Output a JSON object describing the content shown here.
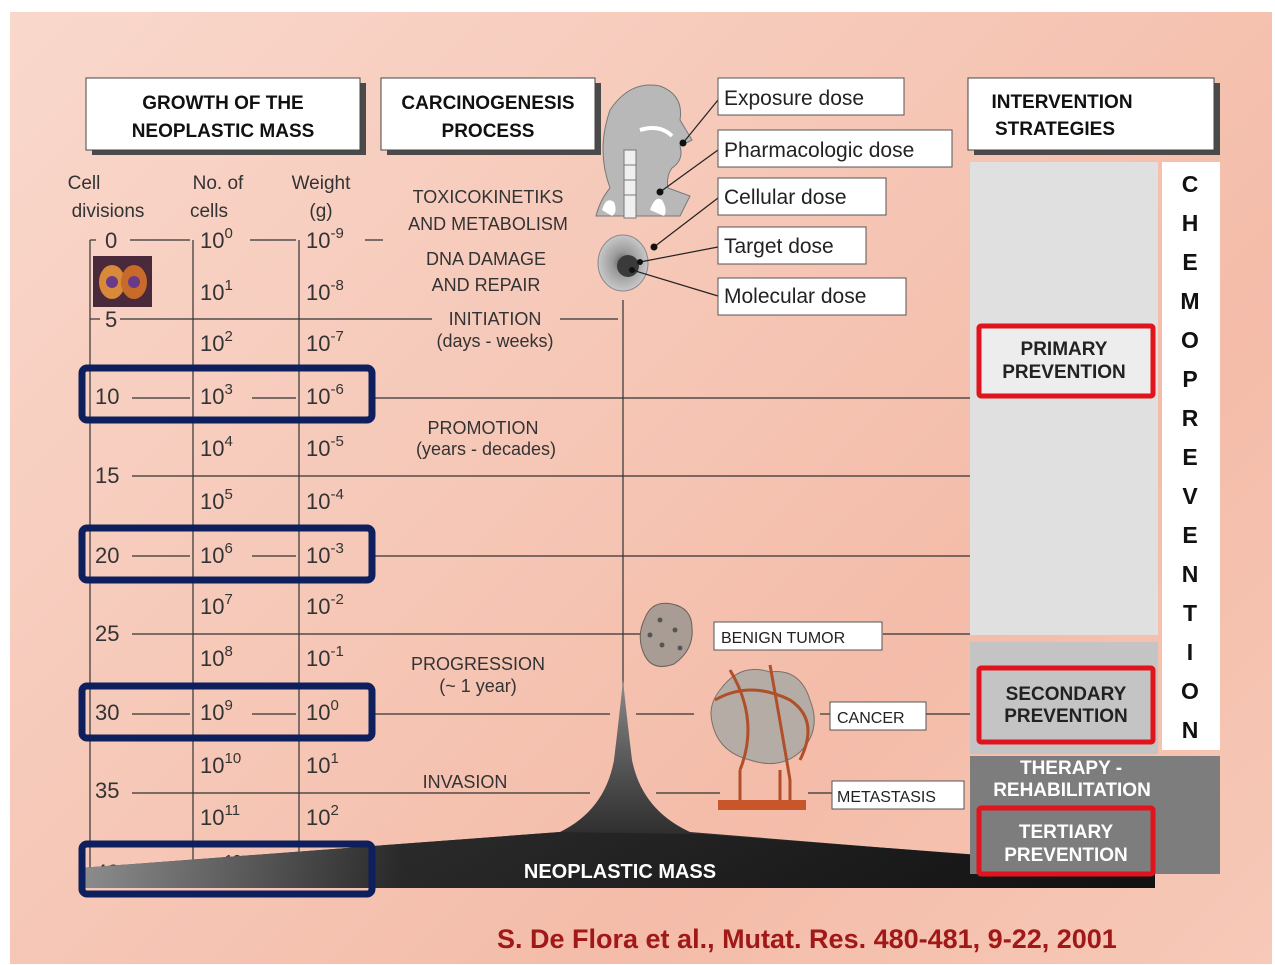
{
  "headers": {
    "growth": [
      "GROWTH OF THE",
      "NEOPLASTIC MASS"
    ],
    "carcinogenesis": [
      "CARCINOGENESIS",
      "PROCESS"
    ],
    "intervention": [
      "INTERVENTION",
      "STRATEGIES"
    ]
  },
  "columns": {
    "cell_divisions": [
      "Cell",
      "divisions"
    ],
    "no_of_cells": [
      "No. of",
      "cells"
    ],
    "weight": [
      "Weight",
      "(g)"
    ]
  },
  "cell_divisions": [
    "0",
    "5",
    "10",
    "15",
    "20",
    "25",
    "30",
    "35",
    "40"
  ],
  "cells": [
    {
      "base": "10",
      "exp": "0"
    },
    {
      "base": "10",
      "exp": "1"
    },
    {
      "base": "10",
      "exp": "2"
    },
    {
      "base": "10",
      "exp": "3"
    },
    {
      "base": "10",
      "exp": "4"
    },
    {
      "base": "10",
      "exp": "5"
    },
    {
      "base": "10",
      "exp": "6"
    },
    {
      "base": "10",
      "exp": "7"
    },
    {
      "base": "10",
      "exp": "8"
    },
    {
      "base": "10",
      "exp": "9"
    },
    {
      "base": "10",
      "exp": "10"
    },
    {
      "base": "10",
      "exp": "11"
    },
    {
      "base": "10",
      "exp": "12"
    }
  ],
  "weights": [
    {
      "base": "10",
      "exp": "-9"
    },
    {
      "base": "10",
      "exp": "-8"
    },
    {
      "base": "10",
      "exp": "-7"
    },
    {
      "base": "10",
      "exp": "-6"
    },
    {
      "base": "10",
      "exp": "-5"
    },
    {
      "base": "10",
      "exp": "-4"
    },
    {
      "base": "10",
      "exp": "-3"
    },
    {
      "base": "10",
      "exp": "-2"
    },
    {
      "base": "10",
      "exp": "-1"
    },
    {
      "base": "10",
      "exp": "0"
    },
    {
      "base": "10",
      "exp": "1"
    },
    {
      "base": "10",
      "exp": "2"
    },
    {
      "base": "10",
      "exp": "3"
    }
  ],
  "process": {
    "toxicokinetics": [
      "TOXICOKINETIKS",
      "AND METABOLISM"
    ],
    "dna": [
      "DNA DAMAGE",
      "AND REPAIR"
    ],
    "initiation": [
      "INITIATION",
      "(days - weeks)"
    ],
    "promotion": [
      "PROMOTION",
      "(years - decades)"
    ],
    "progression": [
      "PROGRESSION",
      "(~ 1 year)"
    ],
    "invasion": "INVASION",
    "neoplastic_mass": "NEOPLASTIC MASS"
  },
  "doses": [
    "Exposure dose",
    "Pharmacologic dose",
    "Cellular dose",
    "Target dose",
    "Molecular dose"
  ],
  "tumor_labels": {
    "benign": "BENIGN TUMOR",
    "cancer": "CANCER",
    "metastasis": "METASTASIS"
  },
  "prevention": {
    "primary": [
      "PRIMARY",
      "PREVENTION"
    ],
    "secondary": [
      "SECONDARY",
      "PREVENTION"
    ],
    "therapy": [
      "THERAPY -",
      "REHABILITATION"
    ],
    "tertiary": [
      "TERTIARY",
      "PREVENTION"
    ]
  },
  "chemoprevention": [
    "C",
    "H",
    "E",
    "M",
    "O",
    "P",
    "R",
    "E",
    "V",
    "E",
    "N",
    "T",
    "I",
    "O",
    "N"
  ],
  "citation": "S. De Flora et al., Mutat. Res. 480-481, 9-22, 2001",
  "colors": {
    "highlight_navy": "#0e1f5e",
    "highlight_red": "#e0141c",
    "citation": "#a01818",
    "mass_dark": "#1a1a1a"
  }
}
